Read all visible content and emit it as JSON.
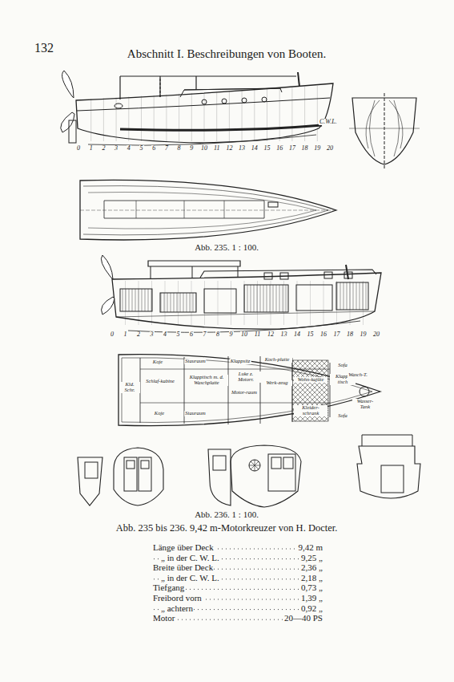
{
  "diagram": {
    "title": "Abschnitt I. Beschreibungen von Booten.",
    "caption": "Abb. 235 bis 236. 9,42 m-Motorkreuzer von H. Docter.",
    "labels": [
      "132",
      "0",
      "1",
      "2",
      "3",
      "4",
      "5",
      "6",
      "7",
      "8",
      "9",
      "10",
      "11",
      "12",
      "13",
      "14",
      "15",
      "16",
      "17",
      "18",
      "19",
      "20",
      "C.W.L.",
      "Abb. 235. 1 : 100.",
      "0",
      "1",
      "2",
      "3",
      "4",
      "5",
      "6",
      "7",
      "8",
      "9",
      "10",
      "11",
      "12",
      "13",
      "14",
      "15",
      "16",
      "17",
      "18",
      "19",
      "20",
      "Koje",
      "Kld. Schr.",
      "Schlaf-kabine",
      "Koje",
      "Stauraum",
      "Klappsitz",
      "Klapptisch m. d. Waschplatte",
      "Stauraum",
      "Motor-raum",
      "Luke z. Motorr.",
      "Koch-platte",
      "Werk-zeug",
      "Wohn-kajüte",
      "Klapp-tisch",
      "Kleider-schrank",
      "Sofa",
      "Wasch-T.",
      "Wasser-Tank",
      "Sofa",
      "Abb. 236. 1 : 100.",
      "Länge über Deck",
      "9,42 m",
      "„ in der C. W. L.",
      "9,25 „",
      "Breite über Deck",
      "2,36 „",
      "„ in der C. W. L.",
      "2,18 „",
      "Tiefgang",
      "0,73 „",
      "Freibord vorn",
      "1,39 „",
      "„ achtern",
      "0,92 „",
      "Motor",
      "20—40 PS"
    ]
  }
}
